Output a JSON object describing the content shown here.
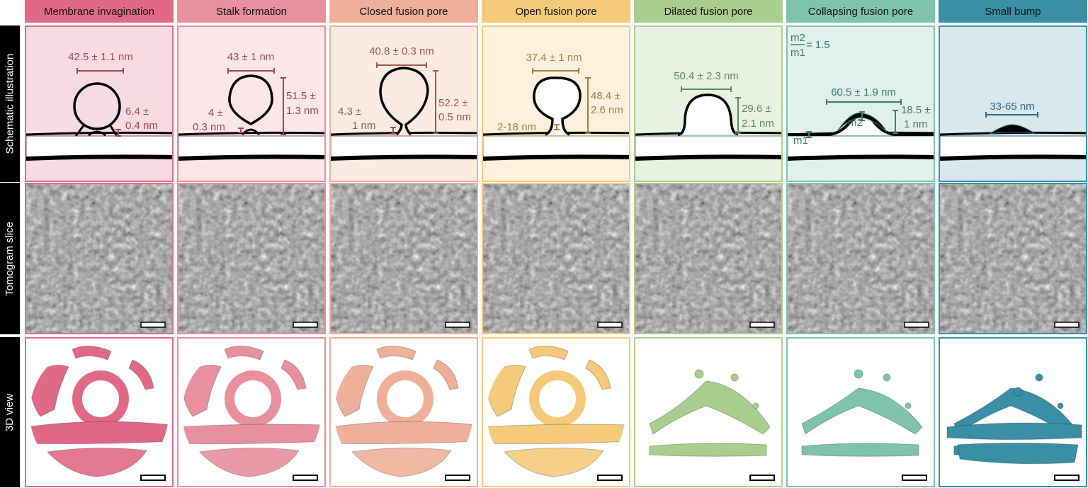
{
  "row_labels": [
    "Schematic illustration",
    "Tomogram slice",
    "3D view"
  ],
  "columns": [
    {
      "title": "Membrane invagination",
      "color": "#e06a86",
      "bg": "#f8dbe2",
      "text": "#9a4656",
      "labels": [
        "42.5 ± 1.1 nm",
        "6.4 ±",
        "0.4 nm"
      ]
    },
    {
      "title": "Stalk formation",
      "color": "#e8909e",
      "bg": "#fbe6e8",
      "text": "#9a4656",
      "labels": [
        "43 ± 1 nm",
        "51.5 ±",
        "1.3 nm",
        "4 ±",
        "0.3 nm"
      ]
    },
    {
      "title": "Closed fusion pore",
      "color": "#efb09a",
      "bg": "#fcebe3",
      "text": "#9a5a4a",
      "labels": [
        "40.8 ± 0.3 nm",
        "52.2 ±",
        "0.5 nm",
        "4.3 ±",
        "1 nm"
      ]
    },
    {
      "title": "Open fusion pore",
      "color": "#f5c97a",
      "bg": "#fdf0dc",
      "text": "#a0804a",
      "labels": [
        "37.4 ± 1 nm",
        "48.4 ±",
        "2.6 nm",
        "2-18 nm"
      ]
    },
    {
      "title": "Dilated fusion pore",
      "color": "#a9cf8f",
      "bg": "#e8f2e0",
      "text": "#5d8a5d",
      "labels": [
        "50.4 ± 2.3 nm",
        "29.6 ±",
        "2.1 nm"
      ]
    },
    {
      "title": "Collapsing fusion pore",
      "color": "#7ec4ac",
      "bg": "#e0f0ea",
      "text": "#3f7a70",
      "labels": [
        "60.5 ± 1.9 nm",
        "18.5 ±",
        "1 nm",
        "m2",
        "m1",
        "= 1.5"
      ]
    },
    {
      "title": "Small bump",
      "color": "#3a8ea6",
      "bg": "#d8e8ee",
      "text": "#2d6a80",
      "labels": [
        "33-65 nm"
      ]
    }
  ]
}
